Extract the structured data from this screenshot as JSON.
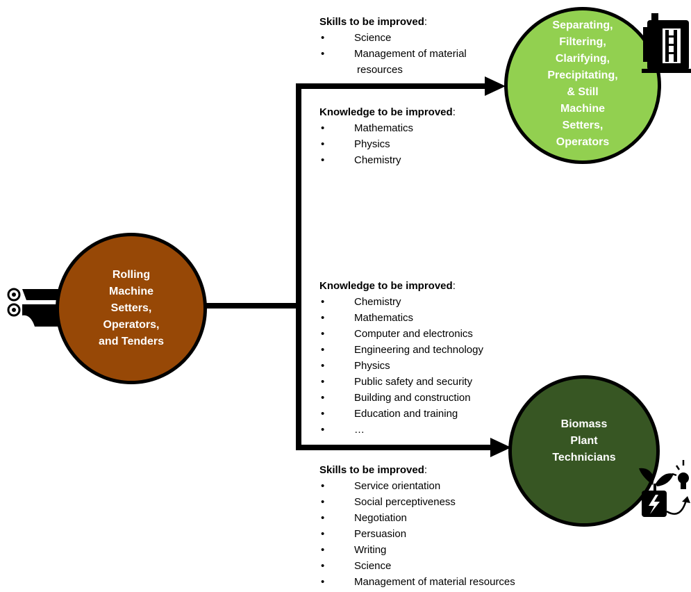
{
  "source": {
    "label_lines": [
      "Rolling",
      "Machine",
      "Setters,",
      "Operators,",
      "and Tenders"
    ],
    "color": "#974806"
  },
  "targets": [
    {
      "label_lines": [
        "Separating,",
        "Filtering,",
        "Clarifying,",
        "Precipitating,",
        "& Still",
        "Machine",
        "Setters,",
        "Operators"
      ],
      "color": "#92d050"
    },
    {
      "label_lines": [
        "Biomass",
        "Plant",
        "Technicians"
      ],
      "color": "#375623"
    }
  ],
  "upper": {
    "skills": {
      "title": "Skills to be improved",
      "items": [
        "Science",
        "Management of material",
        "resources"
      ]
    },
    "knowledge": {
      "title": "Knowledge to be improved",
      "items": [
        "Mathematics",
        "Physics",
        "Chemistry"
      ]
    }
  },
  "lower": {
    "knowledge": {
      "title": "Knowledge to be improved",
      "items": [
        "Chemistry",
        "Mathematics",
        "Computer and electronics",
        "Engineering and technology",
        "Physics",
        "Public safety and security",
        "Building and construction",
        "Education and training",
        "…"
      ]
    },
    "skills": {
      "title": "Skills to be improved",
      "items": [
        "Service orientation",
        "Social perceptiveness",
        "Negotiation",
        "Persuasion",
        "Writing",
        "Science",
        "Management of material resources"
      ]
    }
  },
  "icons": [
    "rolling-machine-icon",
    "filter-tank-icon",
    "bioenergy-plant-icon",
    "lightbulb-icon",
    "battery-bolt-icon"
  ]
}
